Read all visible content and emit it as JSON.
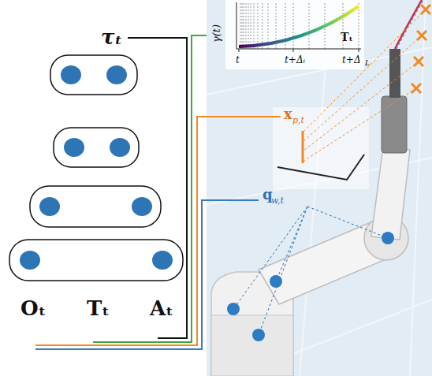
{
  "diagram": {
    "labels": [
      "τₜ",
      "γ(t)",
      "t",
      "t+Δᵢ",
      "t+Δ",
      "L",
      "Tₜ",
      "x",
      "p,t",
      "q",
      "w,t",
      "Oₜ",
      "Tₜ",
      "Aₜ"
    ]
  }
}
